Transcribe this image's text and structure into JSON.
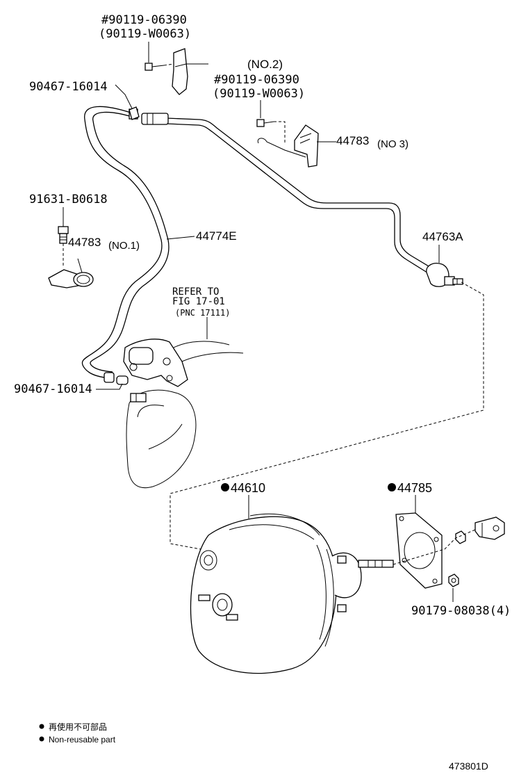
{
  "labels": {
    "clip_top_code": "#90119-06390",
    "clip_top_alt": "(90119-W0063)",
    "no2": "(NO.2)",
    "clip_mid_code": "#90119-06390",
    "clip_mid_alt": "(90119-W0063)",
    "clamp_upper": "90467-16014",
    "clamp_lower": "90467-16014",
    "bolt": "91631-B0618",
    "bracket_no1_code": "44783",
    "bracket_no1_suffix": "(NO.1)",
    "bracket_no3_code": "44783",
    "bracket_no3_suffix": "(NO 3)",
    "hose": "44774E",
    "check_valve": "44763A",
    "refer_line1": "REFER TO",
    "refer_line2": "FIG 17-01",
    "refer_line3": "(PNC 17111)",
    "booster": "44610",
    "gasket": "44785",
    "nut": "90179-08038(4)"
  },
  "legend": {
    "japanese": "再使用不可部品",
    "english": "Non-reusable part"
  },
  "diagram_code": "473801D",
  "colors": {
    "line": "#000000",
    "background": "#ffffff"
  }
}
